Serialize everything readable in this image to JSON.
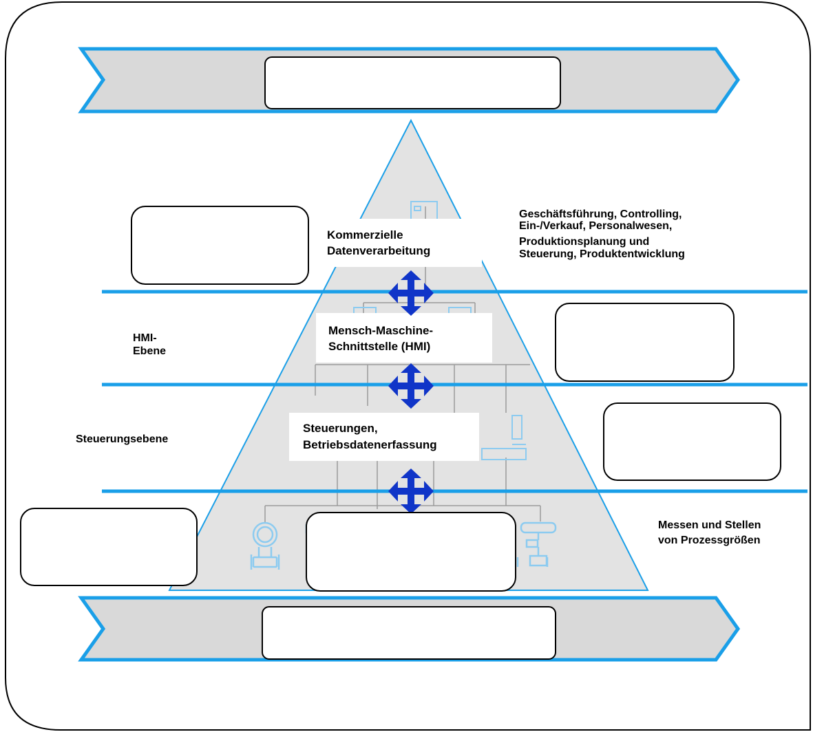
{
  "colors": {
    "accent": "#1a9fe8",
    "band_fill": "#d9d9d9",
    "pyramid_fill": "#e3e3e3",
    "arrow": "#1035c8",
    "icon": "#8ccbf0",
    "frame": "#000000"
  },
  "pyramid": {
    "top_label": [
      "Kommerzielle",
      "Datenverarbeitung"
    ],
    "hmi_label": [
      "Mensch-Maschine-",
      "Schnittstelle (HMI)"
    ],
    "control_label": [
      "Steuerungen,",
      "Betriebsdatenerfassung"
    ]
  },
  "side_labels": {
    "hmi_level": [
      "HMI-",
      "Ebene"
    ],
    "control_level": "Steuerungsebene"
  },
  "descriptions": {
    "business": [
      "Geschäftsführung, Controlling,",
      "Ein-/Verkauf, Personalwesen,",
      "Produktionsplanung und",
      "Steuerung, Produktentwicklung"
    ],
    "field": [
      "Messen und Stellen",
      "von Prozessgrößen"
    ]
  },
  "icons": [
    "computer-icon",
    "monitor-icon",
    "workstation-icon",
    "flowmeter-icon",
    "valve-icon"
  ]
}
